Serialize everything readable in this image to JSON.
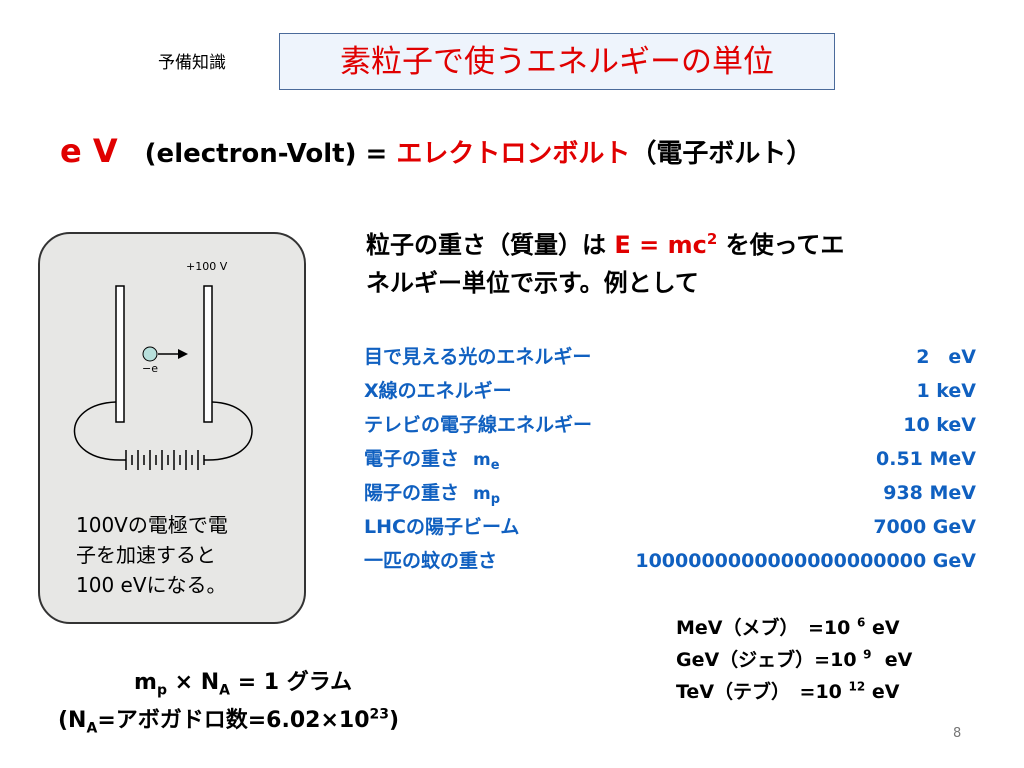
{
  "header": {
    "prereq_label": "予備知識",
    "title": "素粒子で使うエネルギーの単位"
  },
  "ev_line": {
    "symbol": "e V",
    "english": "(electron-Volt)",
    "equals": "=",
    "katakana": "エレクトロンボルト",
    "japanese": "（電子ボルト）"
  },
  "diagram": {
    "voltage_label": "+100 V",
    "charge_label": "−e",
    "caption_lines": [
      "100Vの電極で電",
      "子を加速すると",
      "100 eVになる。"
    ]
  },
  "intro": {
    "part1": "粒子の重さ（質量）は",
    "formula_base": "E = mc",
    "formula_exp": "2",
    "part2": "を使ってエ",
    "line2": "ネルギー単位で示す。例として"
  },
  "energy_table": [
    {
      "label": "目で見える光のエネルギー",
      "symbol": "",
      "symbol_sub": "",
      "value": "2　eV"
    },
    {
      "label": "X線のエネルギー",
      "symbol": "",
      "symbol_sub": "",
      "value": "1 keV"
    },
    {
      "label": "テレビの電子線エネルギー",
      "symbol": "",
      "symbol_sub": "",
      "value": "10 keV"
    },
    {
      "label": "電子の重さ",
      "symbol": "m",
      "symbol_sub": "e",
      "value": "0.51 MeV"
    },
    {
      "label": "陽子の重さ",
      "symbol": "m",
      "symbol_sub": "p",
      "value": "938 MeV"
    },
    {
      "label": "LHCの陽子ビーム",
      "symbol": "",
      "symbol_sub": "",
      "value": "7000 GeV"
    },
    {
      "label": "一匹の蚊の重さ",
      "symbol": "",
      "symbol_sub": "",
      "value": "1000000000000000000000 GeV"
    }
  ],
  "units": [
    {
      "prefix": "MeV（メブ）　=10 ",
      "exp": "6",
      "suffix": " eV"
    },
    {
      "prefix": "GeV（ジェブ）=10 ",
      "exp": "9",
      "suffix": "  eV"
    },
    {
      "prefix": "TeV（テブ）　=10 ",
      "exp": "12",
      "suffix": " eV"
    }
  ],
  "formula": {
    "m": "m",
    "m_sub": "p",
    "times": "×",
    "n": "N",
    "n_sub": "A",
    "result": "= 1 グラム",
    "l2_open": "(N",
    "l2_sub": "A",
    "l2_mid": "=アボガドロ数=6.02×10",
    "l2_exp": "23",
    "l2_close": ")"
  },
  "page_number": "8",
  "colors": {
    "accent_red": "#e00000",
    "accent_blue": "#1060c0",
    "title_bg": "#eef4fc"
  }
}
